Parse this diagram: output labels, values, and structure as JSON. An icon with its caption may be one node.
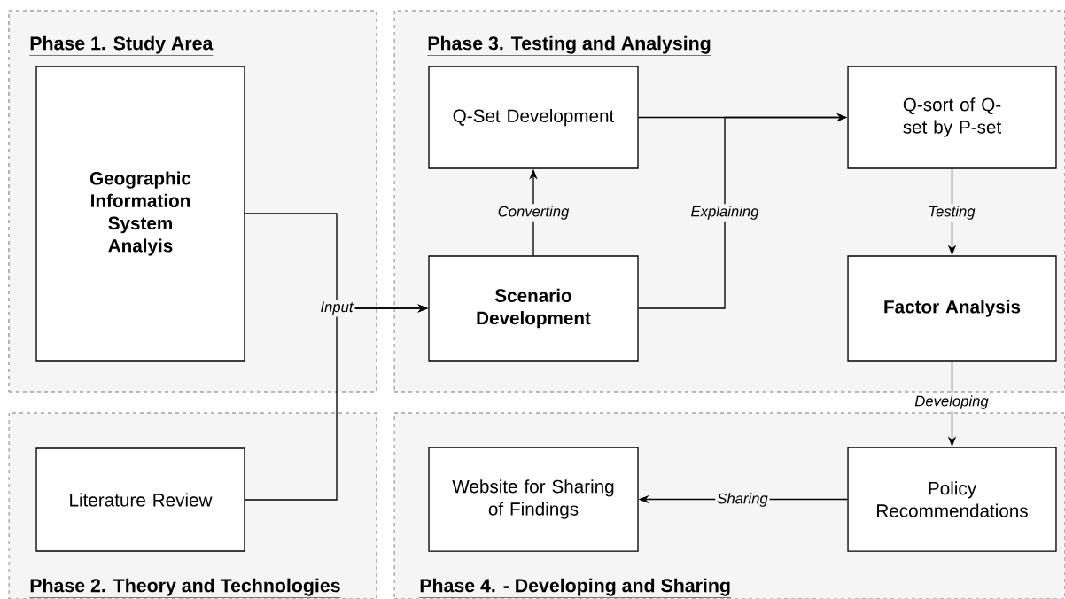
{
  "diagram": {
    "nodes": [
      {
        "text": [
          "Phase 1. Study Area"
        ]
      },
      {
        "text": [
          "Geographic Information System Analyis"
        ],
        "in": 0
      },
      {
        "text": [
          "Phase 2.  Theory and Technologies"
        ]
      },
      {
        "text": [
          "Literature Review"
        ],
        "in": 2
      },
      {
        "text": [
          "Phase 3.  Testing and Analysing"
        ]
      },
      {
        "text": [
          "Q-Set Development"
        ],
        "in": 4
      },
      {
        "text": [
          "Q-sort of Q-set by P-set"
        ],
        "in": 4
      },
      {
        "text": [
          "Scenario Development"
        ],
        "in": 4
      },
      {
        "text": [
          "Factor Analysis"
        ],
        "in": 4
      },
      {
        "text": [
          "Phase 4. - Developing and Sharing"
        ]
      },
      {
        "text": [
          "Website for Sharing of Findings"
        ],
        "in": 9
      },
      {
        "text": [
          "Policy Recommendations"
        ],
        "in": 9
      }
    ],
    "edges": [
      {
        "from": 1,
        "to": 7,
        "arrow": "to",
        "label": "Input"
      },
      {
        "from": 3,
        "to": 7,
        "arrow": "to"
      },
      {
        "from": 7,
        "to": 5,
        "arrow": "to",
        "label": "Converting"
      },
      {
        "from": 5,
        "to": 6,
        "arrow": "to"
      },
      {
        "from": 7,
        "to": 6,
        "arrow": "to",
        "label": "Explaining"
      },
      {
        "from": 6,
        "to": 8,
        "arrow": "to",
        "label": "Testing"
      },
      {
        "from": 8,
        "to": 11,
        "arrow": "to",
        "label": "Developing"
      },
      {
        "from": 11,
        "to": 10,
        "arrow": "to",
        "label": "Sharing"
      }
    ]
  }
}
